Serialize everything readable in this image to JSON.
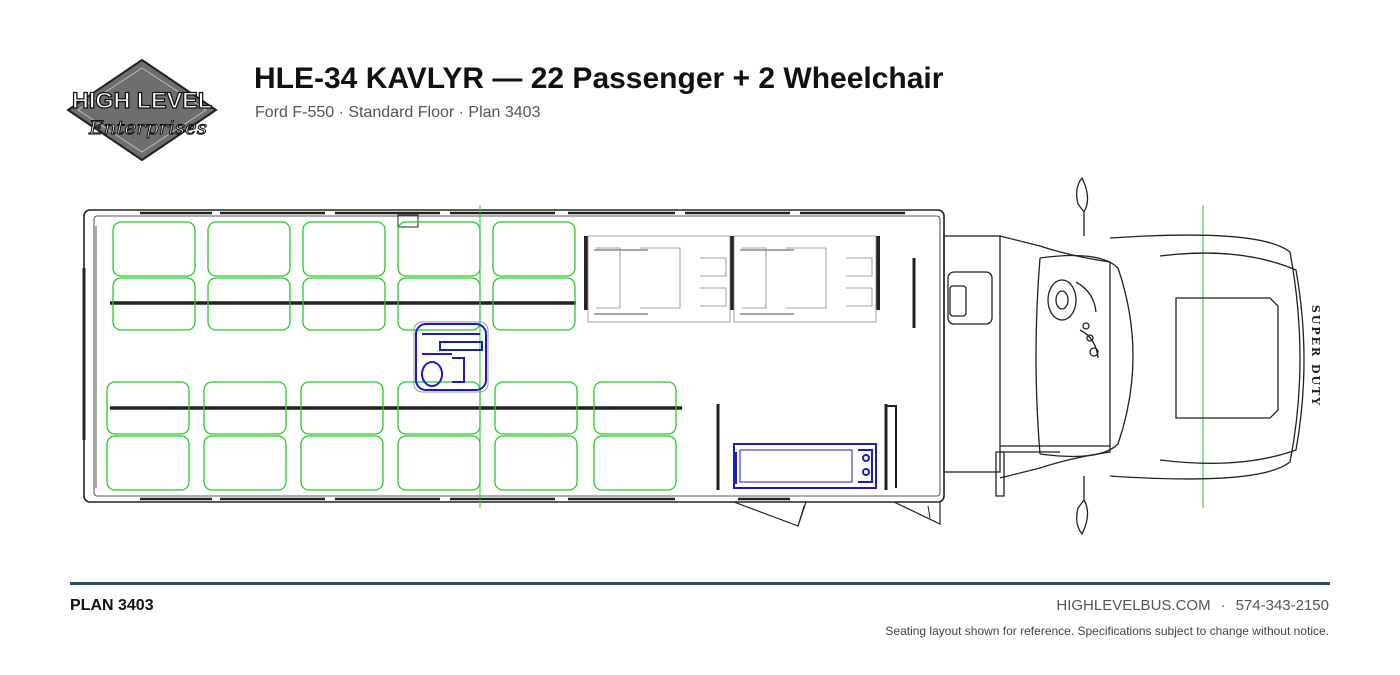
{
  "header": {
    "title": "HLE-34 KAVLYR — 22 Passenger + 2 Wheelchair",
    "subtitle": "Ford F-550 · Standard Floor · Plan 3403",
    "logo": {
      "line1": "HIGH LEVEL",
      "line2": "Enterprises"
    }
  },
  "diagram": {
    "hood_text": "SUPER DUTY",
    "colors": {
      "seat": "#22cc22",
      "wheelchair_lift": "#1a1acc",
      "outline": "#222222",
      "wheelchair_position": "#999999"
    }
  },
  "footer": {
    "plan_label": "PLAN 3403",
    "website": "HIGHLEVELBUS.COM",
    "separator": "·",
    "phone": "574-343-2150",
    "disclaimer": "Seating layout shown for reference. Specifications subject to change without notice."
  }
}
